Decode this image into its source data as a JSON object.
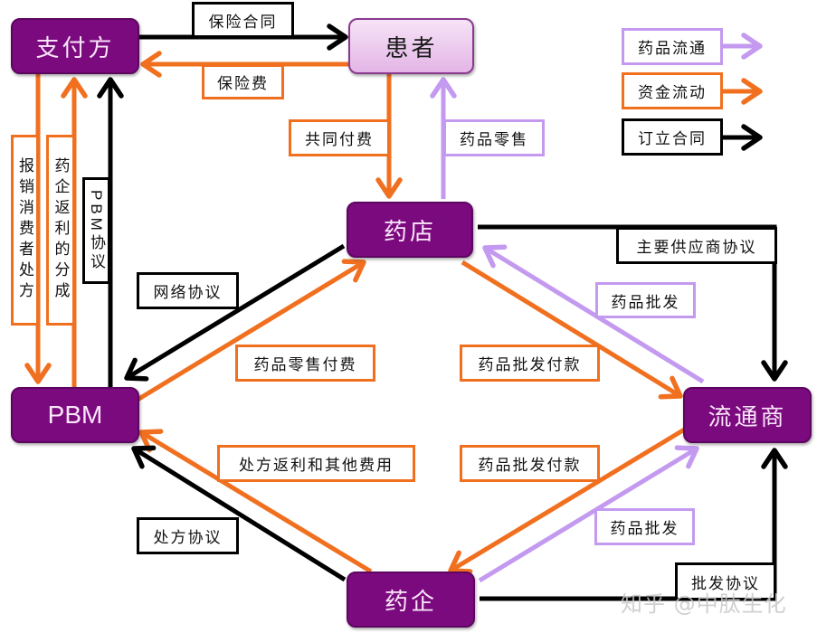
{
  "colors": {
    "node_fill": "#7b0a7e",
    "patient_fill": "#eccaee",
    "drug_flow": "#c39af0",
    "money_flow": "#f07020",
    "contract": "#000000"
  },
  "nodes": {
    "payer": "支付方",
    "patient": "患者",
    "pharmacy": "药店",
    "pbm": "PBM",
    "distributor": "流通商",
    "manufacturer": "药企"
  },
  "edges": {
    "insurance_contract": "保险合同",
    "premium": "保险费",
    "copay": "共同付费",
    "drug_retail": "药品零售",
    "reimburse_prescription": "报销消费者处方",
    "rebate_share": "药企返利的分成",
    "pbm_agreement": "PBM协议",
    "network_agreement": "网络协议",
    "retail_payment": "药品零售付费",
    "wholesale_payment_pharmacy": "药品批发付款",
    "wholesale_to_pharmacy": "药品批发",
    "main_supplier_agreement": "主要供应商协议",
    "rebates_fees": "处方返利和其他费用",
    "prescription_agreement": "处方协议",
    "wholesale_payment_mfr": "药品批发付款",
    "wholesale_from_mfr": "药品批发",
    "wholesale_agreement": "批发协议"
  },
  "legend": [
    {
      "label": "药品流通",
      "type": "drug"
    },
    {
      "label": "资金流动",
      "type": "money"
    },
    {
      "label": "订立合同",
      "type": "contract"
    }
  ],
  "watermark": "知乎 @中肽生化"
}
